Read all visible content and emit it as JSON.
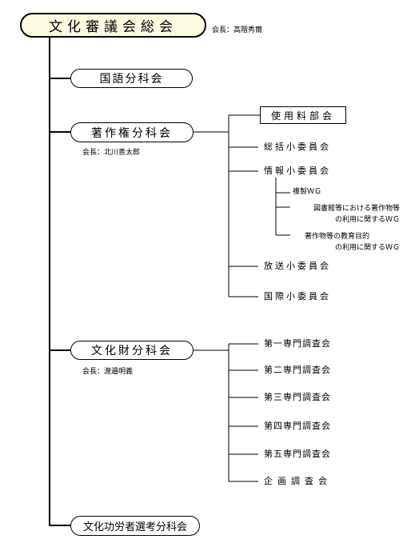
{
  "root": {
    "title": "文化審議会総会",
    "chair": "会長：高階秀爾"
  },
  "subcommittees": {
    "kokugo": "国語分科会",
    "chosakuken": {
      "title": "著作権分科会",
      "chair": "会長：北川善太郎"
    },
    "bunkazai": {
      "title": "文化財分科会",
      "chair": "会長：渡邉明義"
    },
    "koro": "文化功労者選考分科会"
  },
  "copyright_units": {
    "shiyoryo": "使用料部会",
    "sokatsu": "総括小委員会",
    "joho": "情報小委員会",
    "hoso": "放送小委員会",
    "kokusai": "国際小委員会"
  },
  "working_groups": {
    "fukusei": "複製ＷＧ",
    "toshokan_line1": "図書館等における著作物等",
    "toshokan_line2": "の利用に関するＷＧ",
    "kyoiku_line1": "著作物等の教育目的",
    "kyoiku_line2": "の利用に関するＷＧ"
  },
  "cultural_property_units": {
    "dai1": "第一専門調査会",
    "dai2": "第二専門調査会",
    "dai3": "第三専門調査会",
    "dai4": "第四専門調査会",
    "dai5": "第五専門調査会",
    "kikaku": "企画調査会"
  }
}
